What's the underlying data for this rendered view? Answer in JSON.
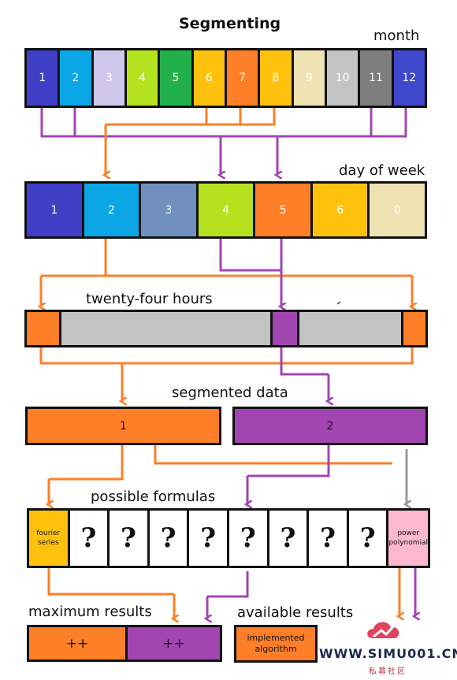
{
  "title": "Segmenting",
  "sections": {
    "month": "month",
    "day_of_week": "day of week",
    "hours": "twenty-four hours",
    "segmented": "segmented data",
    "formulas": "possible formulas",
    "maximum": "maximum results",
    "available": "available results"
  },
  "months": [
    {
      "label": "1",
      "color": "#3f3fc6"
    },
    {
      "label": "2",
      "color": "#0aa6e6"
    },
    {
      "label": "3",
      "color": "#cfc8ec"
    },
    {
      "label": "4",
      "color": "#b5e21e"
    },
    {
      "label": "5",
      "color": "#22b04b"
    },
    {
      "label": "6",
      "color": "#fec20e"
    },
    {
      "label": "7",
      "color": "#fe7f27"
    },
    {
      "label": "8",
      "color": "#fec20e"
    },
    {
      "label": "9",
      "color": "#efe3b4"
    },
    {
      "label": "10",
      "color": "#c3c3c3"
    },
    {
      "label": "11",
      "color": "#7d7d7d"
    },
    {
      "label": "12",
      "color": "#3f48cc"
    }
  ],
  "days": [
    {
      "label": "1",
      "color": "#3f3fc6"
    },
    {
      "label": "2",
      "color": "#0aa6e6"
    },
    {
      "label": "3",
      "color": "#6f8fbf"
    },
    {
      "label": "4",
      "color": "#b5e21e"
    },
    {
      "label": "5",
      "color": "#fe7f27"
    },
    {
      "label": "6",
      "color": "#fec20e"
    },
    {
      "label": "0",
      "color": "#efe3b4"
    }
  ],
  "segmented": {
    "seg1": "1",
    "seg2": "2"
  },
  "formulas": {
    "fourier": "fourier series",
    "q": "?",
    "power": "power polynomial"
  },
  "results": {
    "plus_orange": "++",
    "plus_purple": "++",
    "implemented": "implemented algorithm"
  },
  "watermark": {
    "site": "WWW.SIMU001.CN",
    "sub": "私募社区"
  },
  "colors": {
    "orange": "#fe7f27",
    "purple": "#a146b0",
    "grey": "#999999",
    "gold": "#fec20e",
    "pink": "#fdb8cf"
  }
}
